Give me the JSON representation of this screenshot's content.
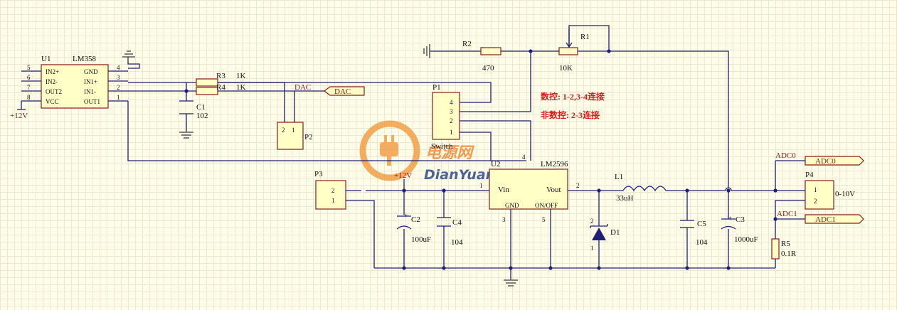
{
  "components": {
    "u1": {
      "ref": "U1",
      "part": "LM358",
      "left_pins": [
        "IN2+",
        "IN2-",
        "OUT2",
        "VCC"
      ],
      "left_nums": [
        "5",
        "6",
        "7",
        "8"
      ],
      "right_pins": [
        "GND",
        "IN1+",
        "IN1-",
        "OUT1"
      ],
      "right_nums": [
        "4",
        "3",
        "2",
        "1"
      ]
    },
    "u2": {
      "ref": "U2",
      "part": "LM2596",
      "vin": "Vin",
      "vout": "Vout",
      "gnd": "GND",
      "onoff": "ON/OFF",
      "pin_vin": "1",
      "pin_vout": "2",
      "pin_gnd": "3",
      "pin_onoff": "5",
      "pin_fb": "4"
    },
    "r1": {
      "ref": "R1",
      "value": "10K"
    },
    "r2": {
      "ref": "R2",
      "value": "470"
    },
    "r3": {
      "ref": "R3",
      "value": "1K"
    },
    "r4": {
      "ref": "R4",
      "value": "1K"
    },
    "r5": {
      "ref": "R5",
      "value": "0.1R"
    },
    "c1": {
      "ref": "C1",
      "value": "102"
    },
    "c2": {
      "ref": "C2",
      "value": "100uF"
    },
    "c3": {
      "ref": "C3",
      "value": "1000uF"
    },
    "c4": {
      "ref": "C4",
      "value": "104"
    },
    "c5": {
      "ref": "C5",
      "value": "104"
    },
    "l1": {
      "ref": "L1",
      "value": "33uH"
    },
    "d1": {
      "ref": "D1",
      "pin_a": "2",
      "pin_k": "1"
    },
    "p1": {
      "ref": "P1",
      "label": "Switch",
      "pins": [
        "4",
        "3",
        "2",
        "1"
      ]
    },
    "p2": {
      "ref": "P2",
      "pins": [
        "2",
        "1"
      ]
    },
    "p3": {
      "ref": "P3",
      "pins": [
        "2",
        "1"
      ]
    },
    "p4": {
      "ref": "P4",
      "pins": [
        "1",
        "2"
      ],
      "range": "0-10V"
    }
  },
  "nets": {
    "v12_a": "+12V",
    "v12_b": "+12V",
    "dac_net": "DAC",
    "dac_port": "DAC",
    "adc0_net": "ADC0",
    "adc0_port": "ADC0",
    "adc1_net": "ADC1",
    "adc1_port": "ADC1"
  },
  "notes": {
    "cnc": "数控: 1-2,3-4连接",
    "non_cnc": "非数控: 2-3连接"
  },
  "watermark": {
    "cn": "电源网",
    "en": "DianYuan.com"
  },
  "colors": {
    "wire": "#1f1f78",
    "body_fill": "#ffffc6",
    "body_stroke": "#8b1a1a",
    "note": "#e01818",
    "watermark": "#f08a3a"
  }
}
